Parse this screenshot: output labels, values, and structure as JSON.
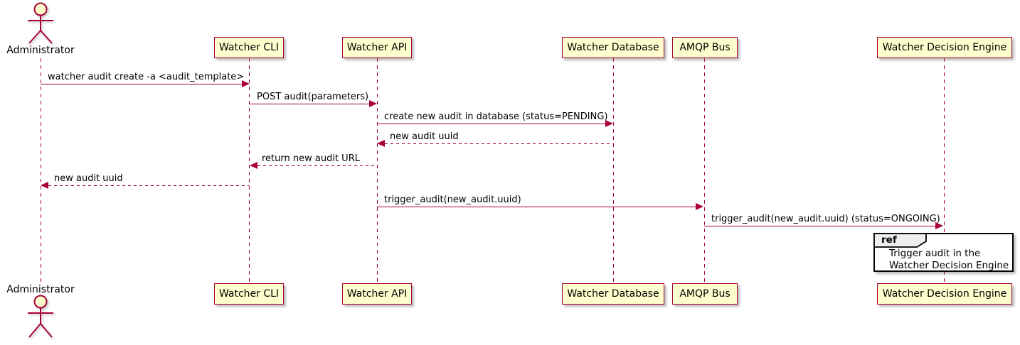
{
  "diagram": {
    "type": "plantuml-sequence",
    "colors": {
      "accent": "#A80036",
      "participant_fill": "#FEFECE",
      "ref_fill": "#FFFFFF",
      "ref_header_fill": "#EEEEEE",
      "ref_border": "#000000",
      "text": "#000000",
      "background": "#FFFFFF"
    },
    "actor": {
      "name": "Administrator"
    },
    "participants": [
      {
        "label": "Watcher CLI"
      },
      {
        "label": "Watcher API"
      },
      {
        "label": "Watcher Database"
      },
      {
        "label": "AMQP Bus"
      },
      {
        "label": "Watcher Decision Engine"
      }
    ],
    "messages": [
      {
        "from": "Administrator",
        "to": "Watcher CLI",
        "label": "watcher audit create -a <audit_template>",
        "style": "solid"
      },
      {
        "from": "Watcher CLI",
        "to": "Watcher API",
        "label": "POST audit(parameters)",
        "style": "solid"
      },
      {
        "from": "Watcher API",
        "to": "Watcher Database",
        "label": "create new audit in database (status=PENDING)",
        "style": "solid"
      },
      {
        "from": "Watcher Database",
        "to": "Watcher API",
        "label": "new audit uuid",
        "style": "dashed"
      },
      {
        "from": "Watcher API",
        "to": "Watcher CLI",
        "label": "return new audit URL",
        "style": "dashed"
      },
      {
        "from": "Watcher CLI",
        "to": "Administrator",
        "label": "new audit uuid",
        "style": "dashed"
      },
      {
        "from": "Watcher API",
        "to": "AMQP Bus",
        "label": "trigger_audit(new_audit.uuid)",
        "style": "solid"
      },
      {
        "from": "AMQP Bus",
        "to": "Watcher Decision Engine",
        "label": "trigger_audit(new_audit.uuid) (status=ONGOING)",
        "style": "solid"
      }
    ],
    "ref": {
      "keyword": "ref",
      "lines": [
        "Trigger audit in the",
        "Watcher Decision Engine"
      ]
    }
  }
}
